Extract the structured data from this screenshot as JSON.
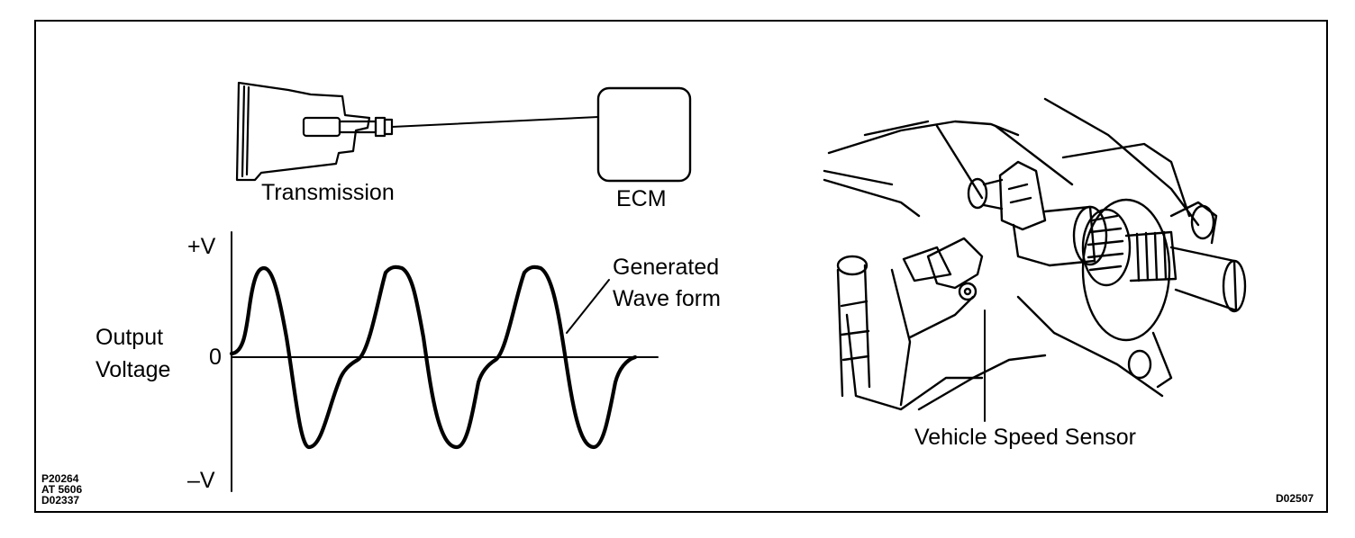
{
  "labels": {
    "transmission": "Transmission",
    "ecm": "ECM",
    "plus_v": "+V",
    "zero": "0",
    "minus_v": "–V",
    "output_voltage_line1": "Output",
    "output_voltage_line2": "Voltage",
    "generated_line1": "Generated",
    "generated_line2": "Wave form",
    "vehicle_speed_sensor": "Vehicle Speed Sensor"
  },
  "codes": {
    "left": [
      "P20264",
      "AT 5606",
      "D02337"
    ],
    "right": "D02507"
  }
}
